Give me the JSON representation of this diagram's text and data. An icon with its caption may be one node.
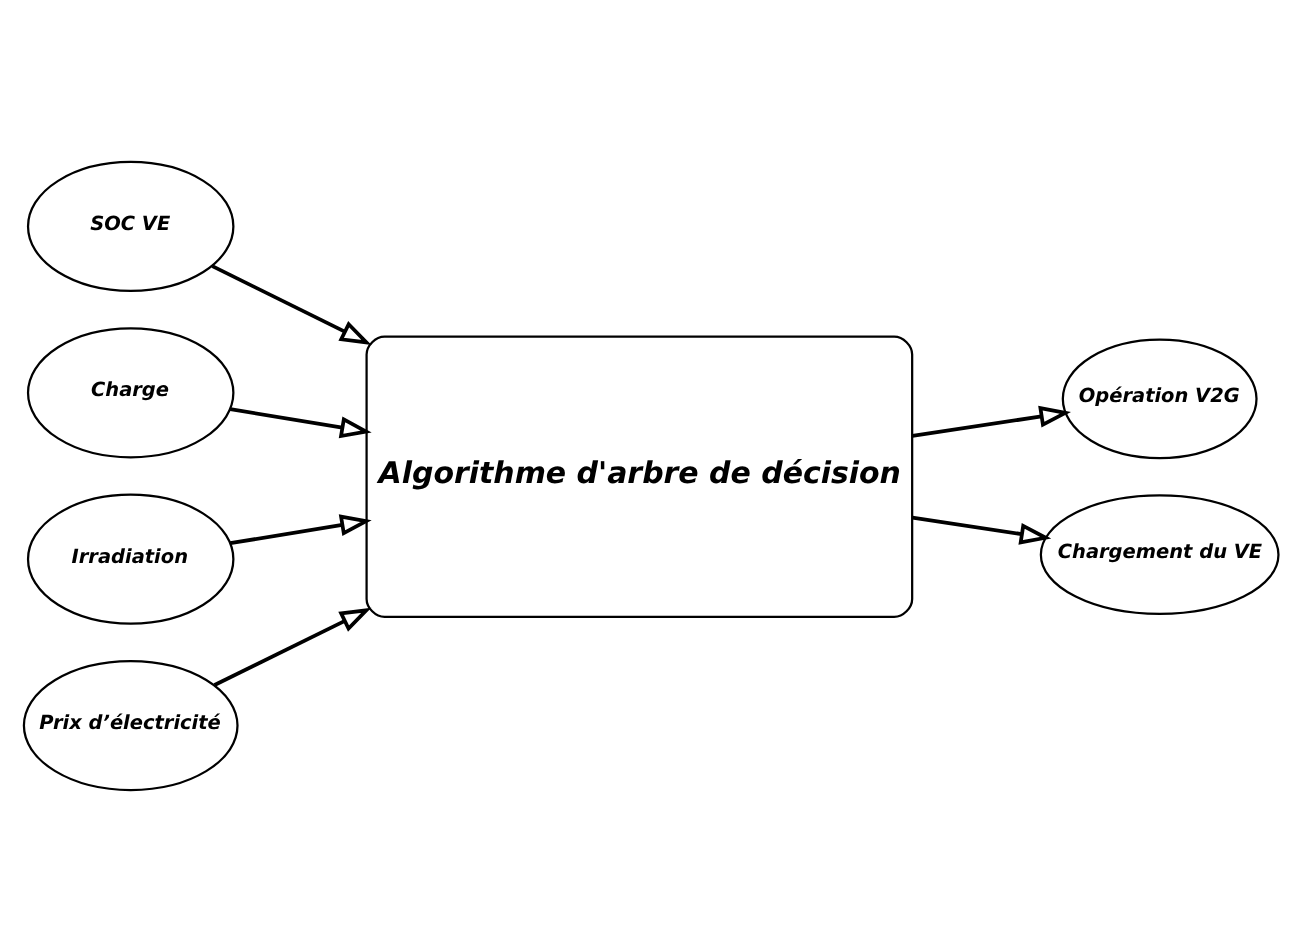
{
  "diagram": {
    "nodes": [
      {
        "text": [
          "SOC VE"
        ]
      },
      {
        "text": [
          "Charge"
        ]
      },
      {
        "text": [
          "Irradiation"
        ]
      },
      {
        "text": [
          "Prix d’électricité"
        ]
      },
      {
        "text": [
          "Algorithme d'arbre de décision"
        ]
      },
      {
        "text": [
          "Opération V2G"
        ]
      },
      {
        "text": [
          "Chargement du VE"
        ]
      }
    ],
    "edges": [
      {
        "from": 0,
        "to": 4,
        "arrow": "to"
      },
      {
        "from": 1,
        "to": 4,
        "arrow": "to"
      },
      {
        "from": 2,
        "to": 4,
        "arrow": "to"
      },
      {
        "from": 3,
        "to": 4,
        "arrow": "to"
      },
      {
        "from": 4,
        "to": 5,
        "arrow": "to"
      },
      {
        "from": 4,
        "to": 6,
        "arrow": "to"
      }
    ]
  }
}
